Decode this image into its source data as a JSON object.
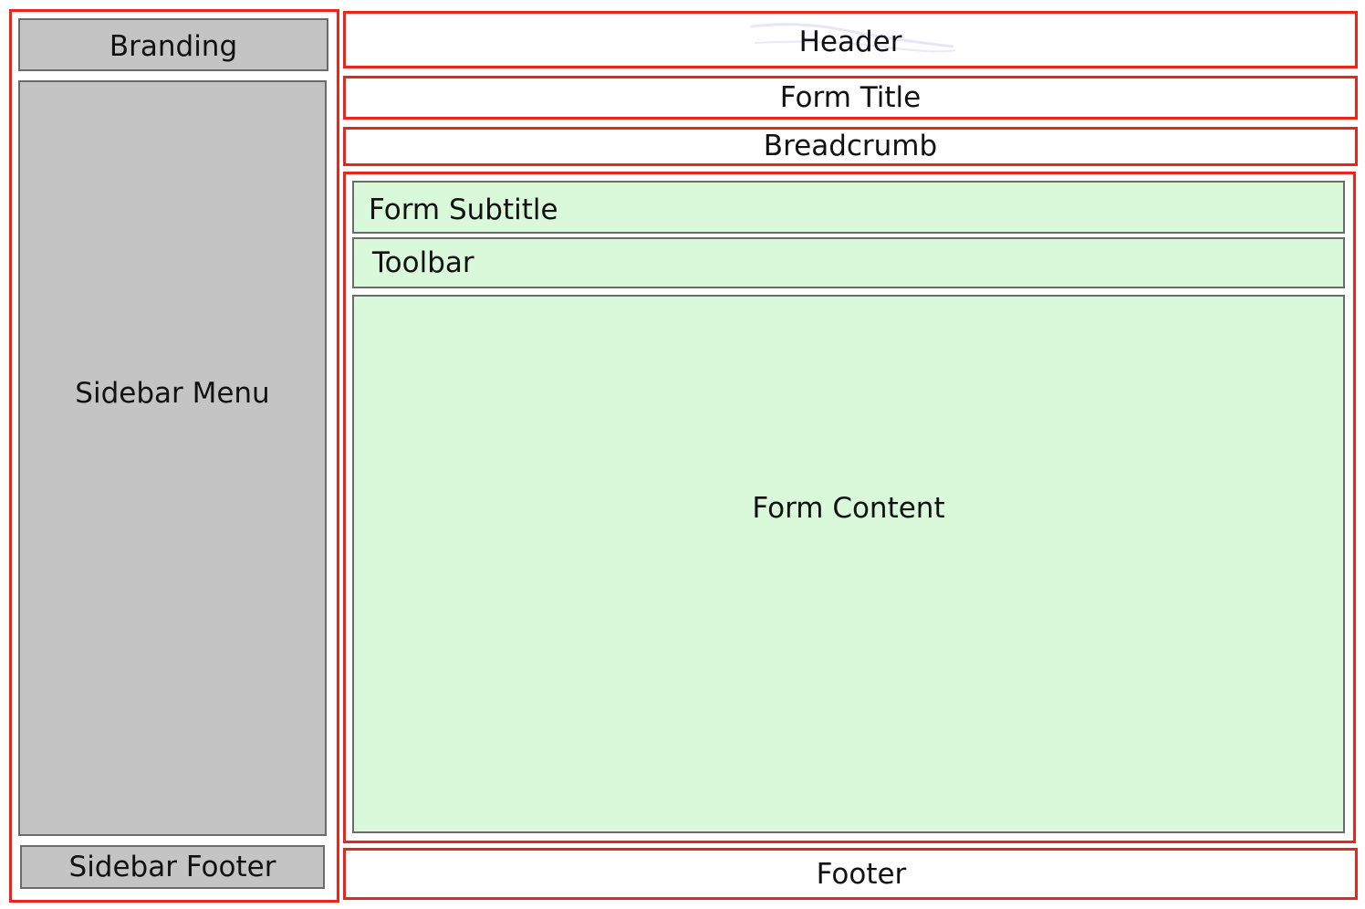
{
  "sidebar": {
    "branding": "Branding",
    "menu": "Sidebar Menu",
    "footer": "Sidebar Footer"
  },
  "main": {
    "header": "Header",
    "form_title": "Form Title",
    "breadcrumb": "Breadcrumb",
    "form_subtitle": "Form Subtitle",
    "toolbar": "Toolbar",
    "form_content": "Form Content",
    "footer": "Footer"
  },
  "colors": {
    "outline": "#e8261c",
    "sidebar_fill": "#c4c4c4",
    "content_fill": "#d9f9da",
    "inner_border": "#6b6b6b"
  }
}
